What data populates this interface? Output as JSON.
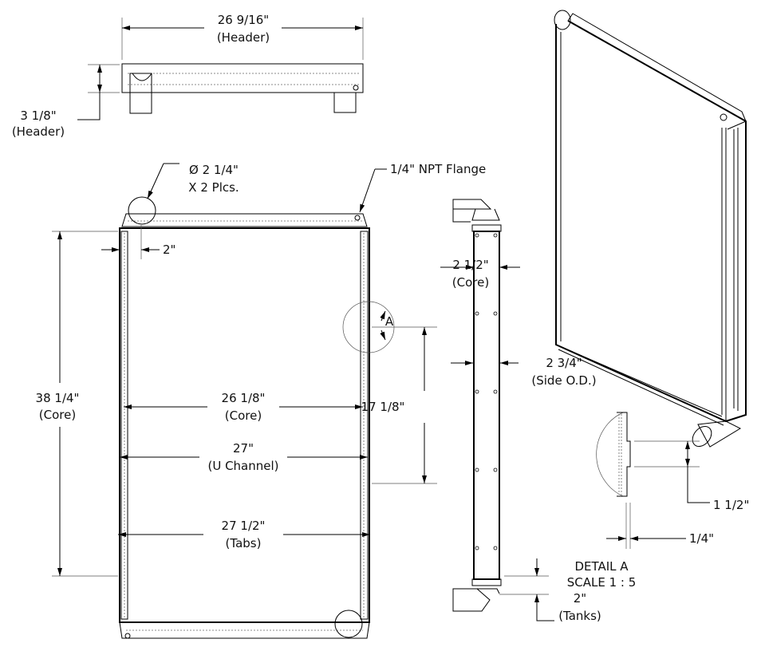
{
  "top_view": {
    "width_dim": "26 9/16\"",
    "width_note": "(Header)",
    "height_dim": "3 1/8\"",
    "height_note": "(Header)"
  },
  "front_view": {
    "inlet_dim": "Ø 2 1/4\"",
    "inlet_qty": "X 2 Plcs.",
    "flange_label": "1/4\" NPT Flange",
    "offset_dim": "2\"",
    "core_height_dim": "38 1/4\"",
    "core_height_note": "(Core)",
    "core_width_dim": "26 1/8\"",
    "core_width_note": "(Core)",
    "channel_dim": "27\"",
    "channel_note": "(U Channel)",
    "tabs_dim": "27 1/2\"",
    "tabs_note": "(Tabs)",
    "tab_spacing_dim": "17 1/8\"",
    "detail_marker": "A"
  },
  "side_view": {
    "core_depth_dim": "2 1/2\"",
    "core_depth_note": "(Core)",
    "side_od_dim": "2 3/4\"",
    "side_od_note": "(Side O.D.)",
    "tank_dim": "2\"",
    "tank_note": "(Tanks)"
  },
  "detail": {
    "title": "DETAIL A",
    "scale": "SCALE 1 : 5",
    "tab_length_dim": "1 1/2\"",
    "tab_depth_dim": "1/4\""
  }
}
